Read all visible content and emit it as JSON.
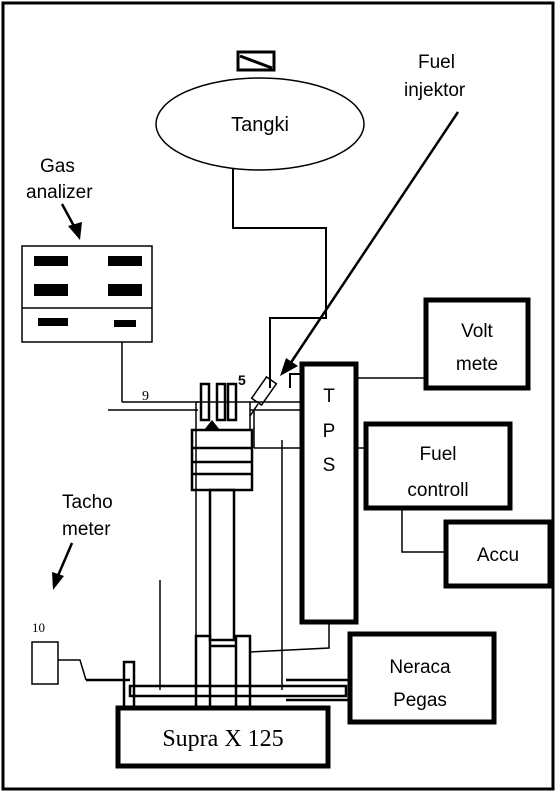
{
  "diagram": {
    "labels": {
      "tank": "Tangki",
      "fuel_injector_line1": "Fuel",
      "fuel_injector_line2": "injektor",
      "gas_analyzer_line1": "Gas",
      "gas_analyzer_line2": "analizer",
      "tachometer_line1": "Tacho",
      "tachometer_line2": "meter",
      "tps_letter1": "T",
      "tps_letter2": "P",
      "tps_letter3": "S",
      "voltmeter_line1": "Volt",
      "voltmeter_line2": "mete",
      "fuel_controller_line1": "Fuel",
      "fuel_controller_line2": "controll",
      "battery": "Accu",
      "spring_scale_line1": "Neraca",
      "spring_scale_line2": "Pegas",
      "engine": "Supra X 125",
      "part_number_9": "9",
      "part_number_5": "5",
      "part_number_10": "10"
    }
  }
}
